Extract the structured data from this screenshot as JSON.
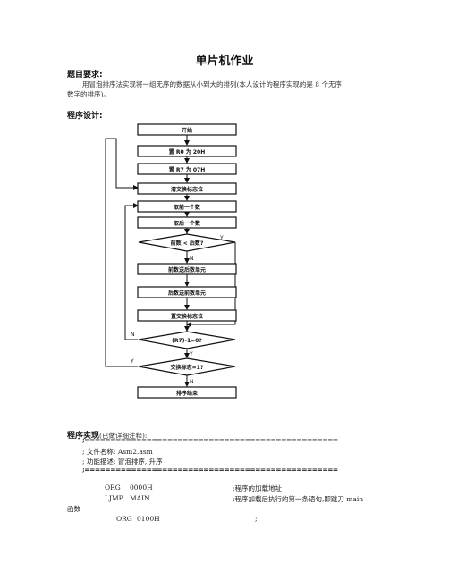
{
  "doc": {
    "title": "单片机作业",
    "req_heading": "题目要求:",
    "req_line1": "用冒泡排序法实现将一组无序的数据从小到大的排列(本人设计的程序实现的是 8 个无序",
    "req_line2": "数字的排序)。",
    "design_heading": "程序设计:",
    "impl_heading": "程序实现",
    "impl_note": "(已做详细注释):",
    "divider": ";=================================================",
    "comment_file": "; 文件名称: Asm2.asm",
    "comment_func": "; 功能描述: 冒泡排序, 升序",
    "code": [
      {
        "op": "ORG",
        "arg": "0000H",
        "comment": ";程序的加载地址"
      },
      {
        "op": "LJMP",
        "arg": "MAIN",
        "comment": ";程序加载后执行的第一条语句,即跳刀 main"
      }
    ],
    "wrap": "函数",
    "code3": {
      "op": "ORG",
      "arg": "0100H",
      "comment": ";"
    }
  },
  "flow": {
    "start": "开始",
    "set_r0": "置 R0 为 20H",
    "set_r7": "置 R7 为 07H",
    "clear_flag": "清交换标志位",
    "get_first": "取前一个数",
    "get_next": "取后一个数",
    "compare": "前数 < 后数?",
    "front_to_back": "前数送后数单元",
    "back_to_front": "后数送前数单元",
    "set_flag": "置交换标志位",
    "r7_check": "(R7)-1=0?",
    "flag_check": "交换标志=1?",
    "end": "排序结束",
    "y": "Y",
    "n": "N"
  }
}
